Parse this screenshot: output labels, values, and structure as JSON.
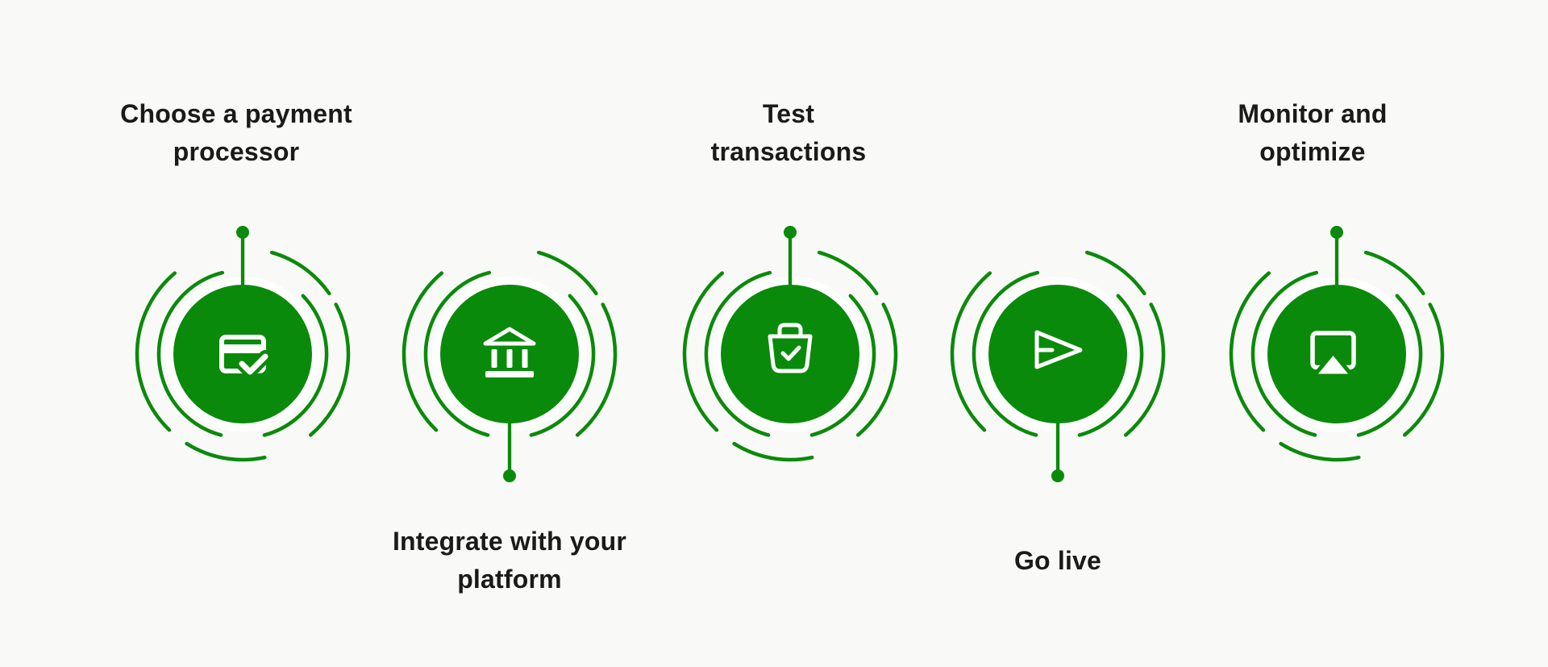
{
  "title": "Payment setup process diagram",
  "colors": {
    "background": "#f9f9f7",
    "accent_green": "#0a8a0a",
    "icon_white": "#ffffff",
    "text": "#1a1a1a"
  },
  "steps": [
    {
      "label": "Choose a payment processor",
      "lines": [
        "Choose a payment",
        "processor"
      ],
      "icon": "credit-card-check-icon",
      "label_position": "top"
    },
    {
      "label": "Integrate with your platform",
      "lines": [
        "Integrate with your",
        "platform"
      ],
      "icon": "bank-icon",
      "label_position": "bottom"
    },
    {
      "label": "Test transactions",
      "lines": [
        "Test",
        "transactions"
      ],
      "icon": "shopping-bag-check-icon",
      "label_position": "top"
    },
    {
      "label": "Go live",
      "lines": [
        "Go live"
      ],
      "icon": "send-icon",
      "label_position": "bottom"
    },
    {
      "label": "Monitor and optimize",
      "lines": [
        "Monitor and",
        "optimize"
      ],
      "icon": "monitor-airplay-icon",
      "label_position": "top"
    }
  ]
}
